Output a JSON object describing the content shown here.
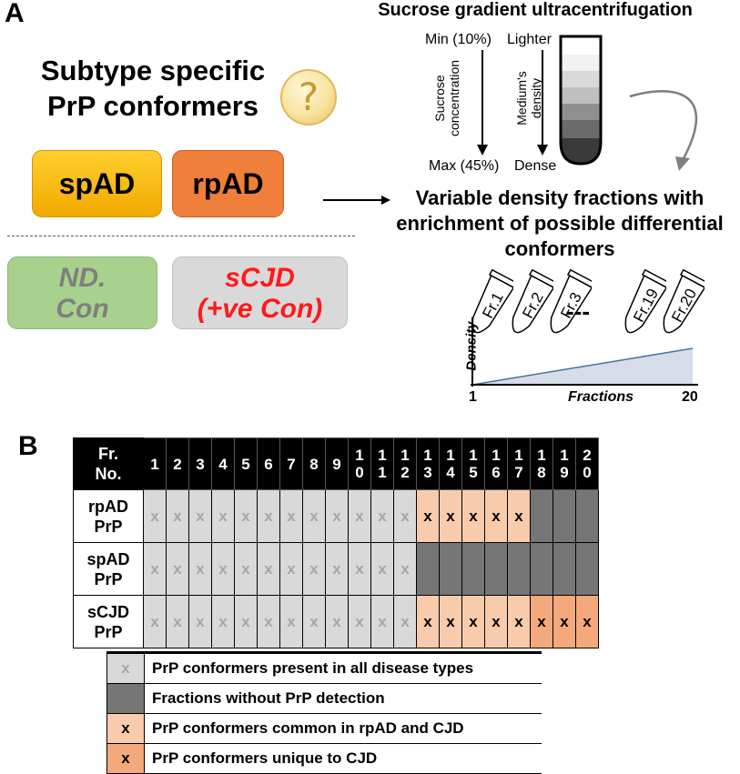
{
  "panel_a": {
    "letter": "A",
    "title_line1": "Subtype specific",
    "title_line2": "PrP conformers",
    "question_mark": "?",
    "box_spad": "spAD",
    "box_rpad": "rpAD",
    "box_ndcon_line1": "ND.",
    "box_ndcon_line2": "Con",
    "box_scjd_line1": "sCJD",
    "box_scjd_line2": "(+ve Con)",
    "sucrose_title": "Sucrose gradient ultracentrifugation",
    "min_label": "Min (10%)",
    "max_label": "Max (45%)",
    "lighter_label": "Lighter",
    "dense_label": "Dense",
    "sucrose_conc_line1": "Sucrose",
    "sucrose_conc_line2": "concentration",
    "medium_density_line1": "Medium's",
    "medium_density_line2": "density",
    "variable_line1": "Variable density fractions with",
    "variable_line2": "enrichment of possible differential",
    "variable_line3": "conformers",
    "tubes": [
      "Fr.1",
      "Fr.2",
      "Fr.3",
      "Fr.19",
      "Fr.20"
    ],
    "ellipsis": "---",
    "density_axis_label": "Density",
    "fractions_axis_label": "Fractions",
    "x_start": "1",
    "x_end": "20"
  },
  "panel_b": {
    "letter": "B",
    "header_label_line1": "Fr.",
    "header_label_line2": "No.",
    "fraction_headers": [
      [
        "1"
      ],
      [
        "2"
      ],
      [
        "3"
      ],
      [
        "4"
      ],
      [
        "5"
      ],
      [
        "6"
      ],
      [
        "7"
      ],
      [
        "8"
      ],
      [
        "9"
      ],
      [
        "1",
        "0"
      ],
      [
        "1",
        "1"
      ],
      [
        "1",
        "2"
      ],
      [
        "1",
        "3"
      ],
      [
        "1",
        "4"
      ],
      [
        "1",
        "5"
      ],
      [
        "1",
        "6"
      ],
      [
        "1",
        "7"
      ],
      [
        "1",
        "8"
      ],
      [
        "1",
        "9"
      ],
      [
        "2",
        "0"
      ]
    ],
    "rows": [
      {
        "label_line1": "rpAD",
        "label_line2": "PrP",
        "cells": [
          "all",
          "all",
          "all",
          "all",
          "all",
          "all",
          "all",
          "all",
          "all",
          "all",
          "all",
          "all",
          "common",
          "common",
          "common",
          "common",
          "common",
          "none",
          "none",
          "none"
        ]
      },
      {
        "label_line1": "spAD",
        "label_line2": "PrP",
        "cells": [
          "all",
          "all",
          "all",
          "all",
          "all",
          "all",
          "all",
          "all",
          "all",
          "all",
          "all",
          "all",
          "none",
          "none",
          "none",
          "none",
          "none",
          "none",
          "none",
          "none"
        ]
      },
      {
        "label_line1": "sCJD",
        "label_line2": "PrP",
        "cells": [
          "all",
          "all",
          "all",
          "all",
          "all",
          "all",
          "all",
          "all",
          "all",
          "all",
          "all",
          "all",
          "common",
          "common",
          "common",
          "common",
          "common",
          "unique",
          "unique",
          "unique"
        ]
      }
    ],
    "mark": "x",
    "legend": [
      {
        "type": "all",
        "mark": "x",
        "label": "PrP conformers present in all disease types"
      },
      {
        "type": "none",
        "mark": "",
        "label": "Fractions without PrP detection"
      },
      {
        "type": "common",
        "mark": "x",
        "label": "PrP conformers common in rpAD and CJD"
      },
      {
        "type": "unique",
        "mark": "x",
        "label": "PrP conformers unique to CJD"
      }
    ],
    "colors": {
      "all": "#d9d9d9",
      "none": "#767676",
      "common": "#f8cbad",
      "unique": "#f4a97d"
    }
  }
}
